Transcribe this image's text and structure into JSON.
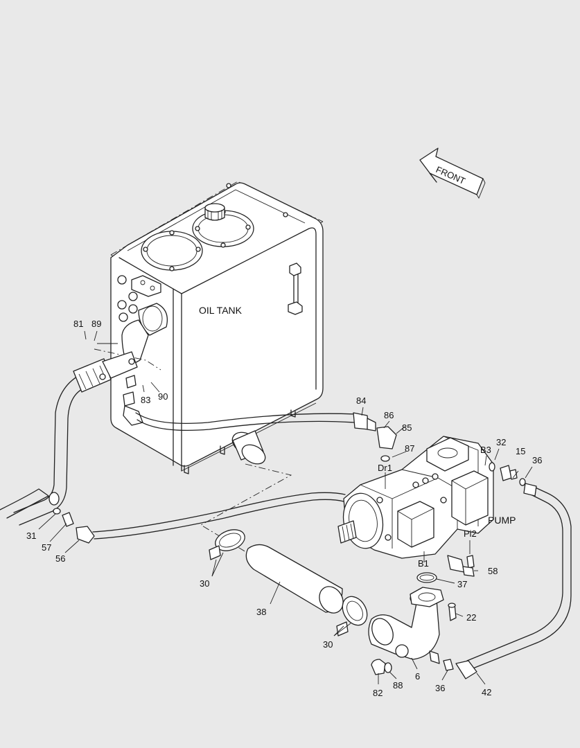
{
  "diagram": {
    "labels": {
      "oil_tank": "OIL TANK",
      "pump": "PUMP",
      "front": "FRONT",
      "dr1": "Dr1",
      "b3": "B3",
      "b1": "B1",
      "pi2": "Pi2"
    },
    "parts": {
      "p81": "81",
      "p89": "89",
      "p83": "83",
      "p90": "90",
      "p84": "84",
      "p86": "86",
      "p85": "85",
      "p87": "87",
      "p32": "32",
      "p15": "15",
      "p36a": "36",
      "p31": "31",
      "p57": "57",
      "p56": "56",
      "p30a": "30",
      "p38": "38",
      "p30b": "30",
      "p58": "58",
      "p37": "37",
      "p22": "22",
      "p82": "82",
      "p88": "88",
      "p6": "6",
      "p36b": "36",
      "p42": "42"
    }
  }
}
